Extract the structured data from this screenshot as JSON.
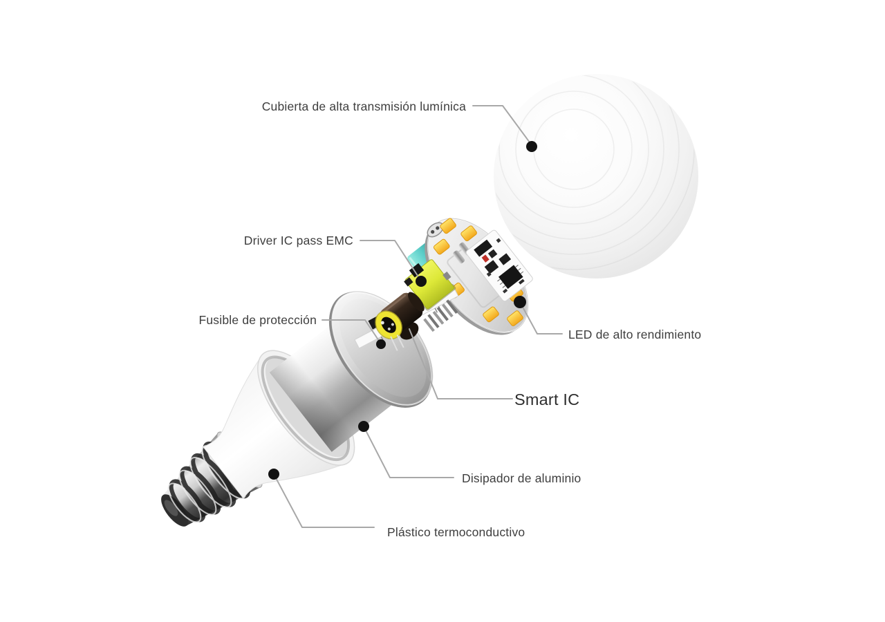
{
  "diagram": {
    "type": "exploded-view-product-diagram",
    "subject": "LED light bulb internal components",
    "language": "es",
    "labels": {
      "cover": "Cubierta de alta transmisión lumínica",
      "driver_ic": "Driver IC pass EMC",
      "fuse": "Fusible de protección",
      "led": "LED de alto rendimiento",
      "smart_ic": "Smart IC",
      "heatsink": "Disipador de aluminio",
      "plastic": "Plástico termoconductivo"
    },
    "colors": {
      "background": "#ffffff",
      "label_text": "#3e3e3e",
      "leader_line": "#a8a8a8",
      "anchor_dot": "#121212",
      "led_yellow": "#ffd23d",
      "driver_chip_green": "#dde838",
      "capacitor_teal": "#5fd0cb",
      "fuse_ring_yellow": "#eee432",
      "aluminum_gray": "#b2b2b2"
    }
  }
}
